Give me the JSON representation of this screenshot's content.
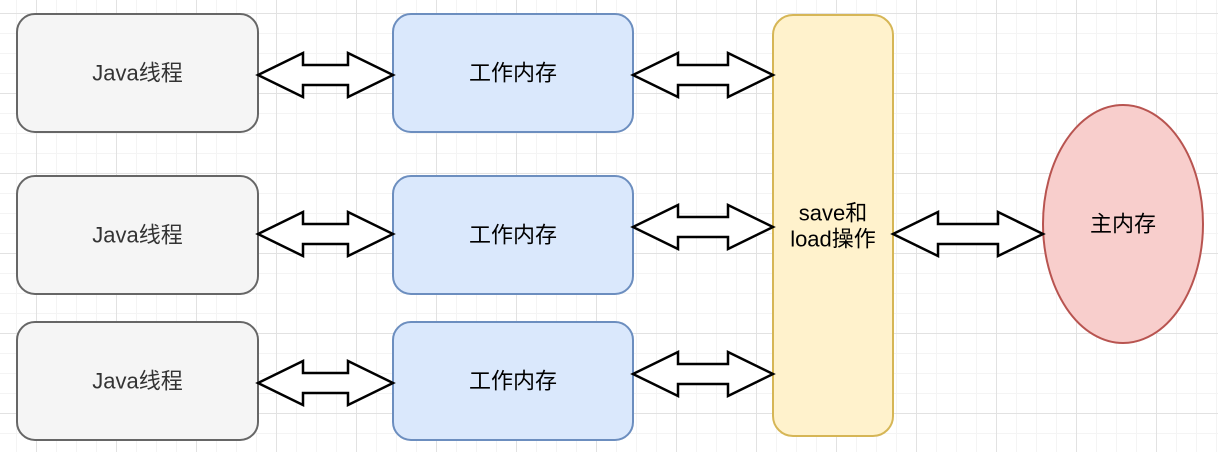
{
  "diagram": {
    "nodes": {
      "java_threads": [
        {
          "label": "Java线程"
        },
        {
          "label": "Java线程"
        },
        {
          "label": "Java线程"
        }
      ],
      "working_memories": [
        {
          "label": "工作内存"
        },
        {
          "label": "工作内存"
        },
        {
          "label": "工作内存"
        }
      ],
      "save_load": {
        "line1": "save和",
        "line2": "load操作"
      },
      "main_memory": {
        "label": "主内存"
      }
    },
    "colors": {
      "java_thread_fill": "#f5f5f5",
      "java_thread_stroke": "#666666",
      "java_thread_text": "#333333",
      "working_memory_fill": "#dae8fc",
      "working_memory_stroke": "#6c8ebf",
      "save_load_fill": "#fff2cc",
      "save_load_stroke": "#d6b656",
      "main_memory_fill": "#f8cecc",
      "main_memory_stroke": "#b85450",
      "arrow_fill": "#ffffff",
      "arrow_stroke": "#000000",
      "label_text": "#000000"
    }
  }
}
